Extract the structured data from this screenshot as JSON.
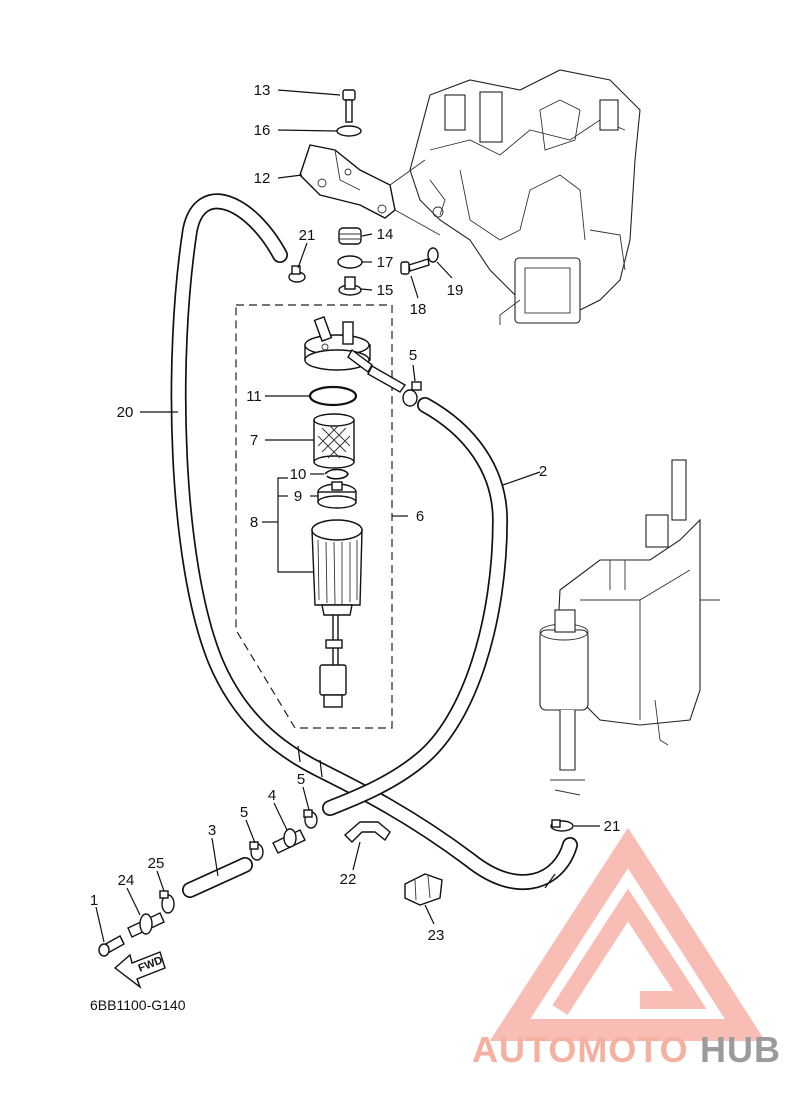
{
  "diagram_code": "6BB1100-G140",
  "fwd_label": "FWD",
  "watermark": {
    "part1": "AUTOMOTO",
    "part2": "HUB",
    "color_light": "#f7b2a8",
    "color_accent": "#f5a38f",
    "color_dark": "#8a8a8a"
  },
  "callouts": {
    "c1": "1",
    "c2": "2",
    "c3": "3",
    "c4": "4",
    "c5a": "5",
    "c5b": "5",
    "c5c": "5",
    "c6": "6",
    "c7": "7",
    "c8": "8",
    "c9": "9",
    "c10": "10",
    "c11": "11",
    "c12": "12",
    "c13": "13",
    "c14": "14",
    "c15": "15",
    "c16": "16",
    "c17": "17",
    "c18": "18",
    "c19": "19",
    "c20": "20",
    "c21a": "21",
    "c21b": "21",
    "c22": "22",
    "c23": "23",
    "c24": "24",
    "c25": "25"
  }
}
